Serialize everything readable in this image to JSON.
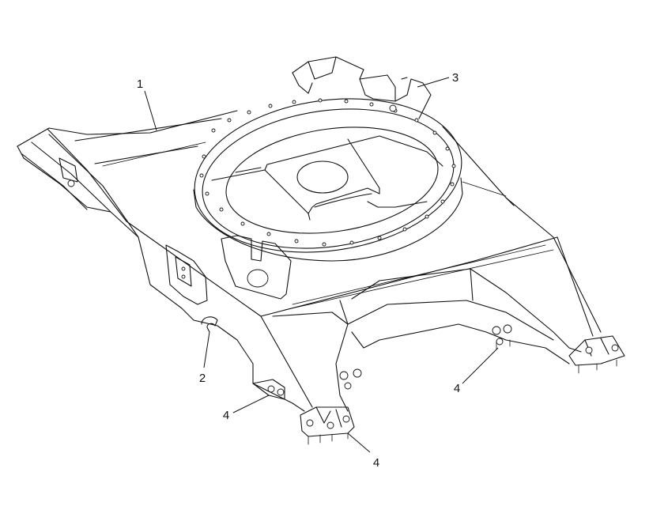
{
  "callouts": [
    {
      "id": "1",
      "label": "1"
    },
    {
      "id": "2",
      "label": "2"
    },
    {
      "id": "3",
      "label": "3"
    },
    {
      "id": "4a",
      "label": "4"
    },
    {
      "id": "4b",
      "label": "4"
    },
    {
      "id": "4c",
      "label": "4"
    }
  ]
}
